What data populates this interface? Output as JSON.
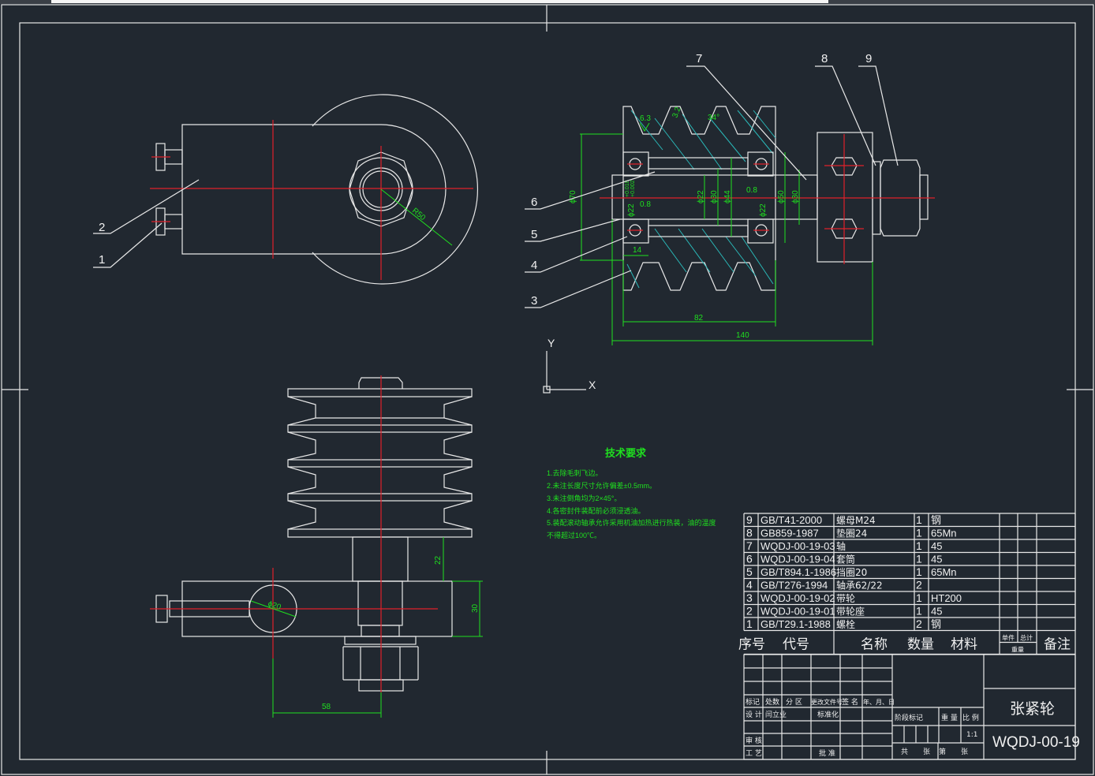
{
  "drawing": {
    "title": "张紧轮",
    "drawing_number": "WQDJ-00-19",
    "scale": "1:1",
    "colors": {
      "background": "#212830",
      "outline": "#e8e8e8",
      "centerline": "#e0202a",
      "dimension": "#1fe01f",
      "hatch": "#2ab8b8"
    }
  },
  "balloons": [
    "1",
    "2",
    "3",
    "4",
    "5",
    "6",
    "7",
    "8",
    "9"
  ],
  "dimensions": {
    "r50": "R50",
    "d70": "ϕ70",
    "d22a": "ϕ22",
    "d30a": "ϕ30",
    "d44": "ϕ44",
    "d50": "ϕ50",
    "d30b": "ϕ30",
    "d22tol_left": "ϕ22",
    "d22tol_right": "ϕ22",
    "tol_upper": "+0.018",
    "tol_lower": "+0.002",
    "len82": "82",
    "len140": "140",
    "len14": "14",
    "ra63": "6.3",
    "ra32": "3.2",
    "ra08a": "0.8",
    "ra08b": "0.8",
    "angle34": "34°",
    "len22": "22",
    "len30": "30",
    "len58": "58",
    "d20": "ϕ20"
  },
  "ucs": {
    "x": "X",
    "y": "Y"
  },
  "tech_requirements": {
    "title": "技术要求",
    "items": [
      "1.去除毛刺飞边。",
      "2.未注长度尺寸允许偏差±0.5mm。",
      "3.未注倒角均为2×45°。",
      "4.各密封件装配前必须浸透油。",
      "5.装配滚动轴承允许采用机油加热进行热装，油的温度",
      "不得超过100℃。"
    ]
  },
  "bom": {
    "rows": [
      {
        "no": "9",
        "code": "GB/T41-2000",
        "name": "螺母M24",
        "qty": "1",
        "material": "钢"
      },
      {
        "no": "8",
        "code": "GB859-1987",
        "name": "垫圈24",
        "qty": "1",
        "material": "65Mn"
      },
      {
        "no": "7",
        "code": "WQDJ-00-19-03",
        "name": "轴",
        "qty": "1",
        "material": "45"
      },
      {
        "no": "6",
        "code": "WQDJ-00-19-04",
        "name": "套筒",
        "qty": "1",
        "material": "45"
      },
      {
        "no": "5",
        "code": "GB/T894.1-1986",
        "name": "挡圈20",
        "qty": "1",
        "material": "65Mn"
      },
      {
        "no": "4",
        "code": "GB/T276-1994",
        "name": "轴承62/22",
        "qty": "2",
        "material": ""
      },
      {
        "no": "3",
        "code": "WQDJ-00-19-02",
        "name": "带轮",
        "qty": "1",
        "material": "HT200"
      },
      {
        "no": "2",
        "code": "WQDJ-00-19-01",
        "name": "带轮座",
        "qty": "1",
        "material": "45"
      },
      {
        "no": "1",
        "code": "GB/T29.1-1988",
        "name": "螺栓",
        "qty": "2",
        "material": "钢"
      }
    ],
    "headers": {
      "no": "序号",
      "code": "代号",
      "name": "名称",
      "qty": "数量",
      "material": "材料",
      "unit": "单件",
      "total": "总计",
      "weight": "重量",
      "remark": "备注"
    }
  },
  "title_block": {
    "mark": "标记",
    "count": "处数",
    "zone": "分 区",
    "change_doc": "更改文件号",
    "sign": "签 名",
    "date": "年、月、日",
    "design": "设 计",
    "designer": "闫立业",
    "standard": "标准化",
    "stage": "阶段标记",
    "weight": "重 量",
    "scale_label": "比 例",
    "review": "审 核",
    "process": "工 艺",
    "approve": "批 准",
    "total_sheets": "共",
    "sheets1": "张",
    "sheet_no": "第",
    "sheets2": "张"
  }
}
